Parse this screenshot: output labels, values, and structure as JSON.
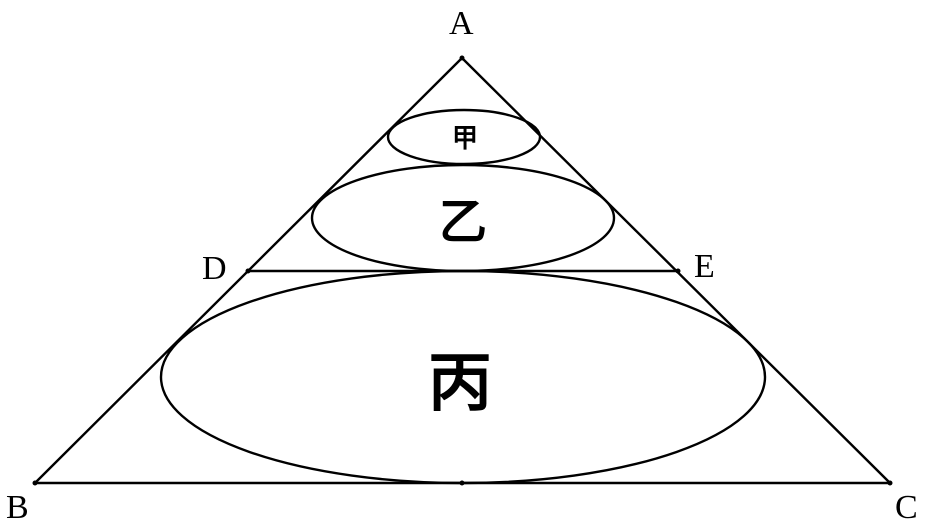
{
  "diagram": {
    "vertices": {
      "A": "A",
      "B": "B",
      "C": "C",
      "D": "D",
      "E": "E"
    },
    "regions": {
      "jia": "甲",
      "yi": "乙",
      "bing": "丙"
    },
    "colors": {
      "stroke": "#000000",
      "background": "#ffffff"
    }
  }
}
